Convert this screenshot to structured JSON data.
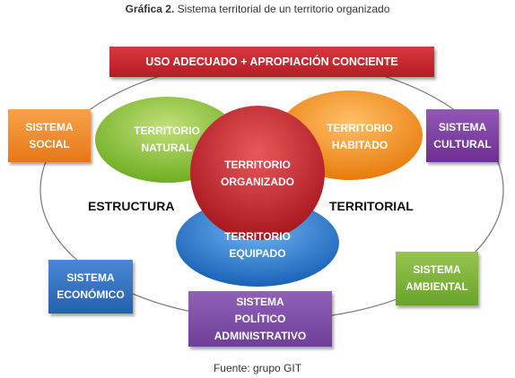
{
  "caption": {
    "label": "Gráfica 2.",
    "text": "Sistema territorial de un territorio organizado"
  },
  "banner": "USO ADECUADO + APROPIACIÓN CONCIENTE",
  "systems": {
    "social": "SISTEMA\nSOCIAL",
    "cultural": "SISTEMA\nCULTURAL",
    "economico": "SISTEMA\nECONÓMICO",
    "ambiental": "SISTEMA\nAMBIENTAL",
    "politico": "SISTEMA\nPOLÍTICO\nADMINISTRATIVO"
  },
  "territories": {
    "natural": "TERRITORIO\nNATURAL",
    "habitado": "TERRITORIO\nHABITADO",
    "organizado": "TERRITORIO\nORGANIZADO",
    "equipado": "TERRITORIO\nEQUIPADO"
  },
  "labels": {
    "left": "ESTRUCTURA",
    "right": "TERRITORIAL"
  },
  "source": "Fuente: grupo GIT",
  "colors": {
    "banner": "#c0262e",
    "social": "#f08a2a",
    "cultural": "#7b3fa0",
    "economico": "#2d6ebe",
    "ambiental": "#7bb03a",
    "politico": "#7e4ba6",
    "natural": "#8cc63f",
    "habitado": "#f7941d",
    "organizado": "#c8242b",
    "equipado": "#2b7bd3"
  }
}
